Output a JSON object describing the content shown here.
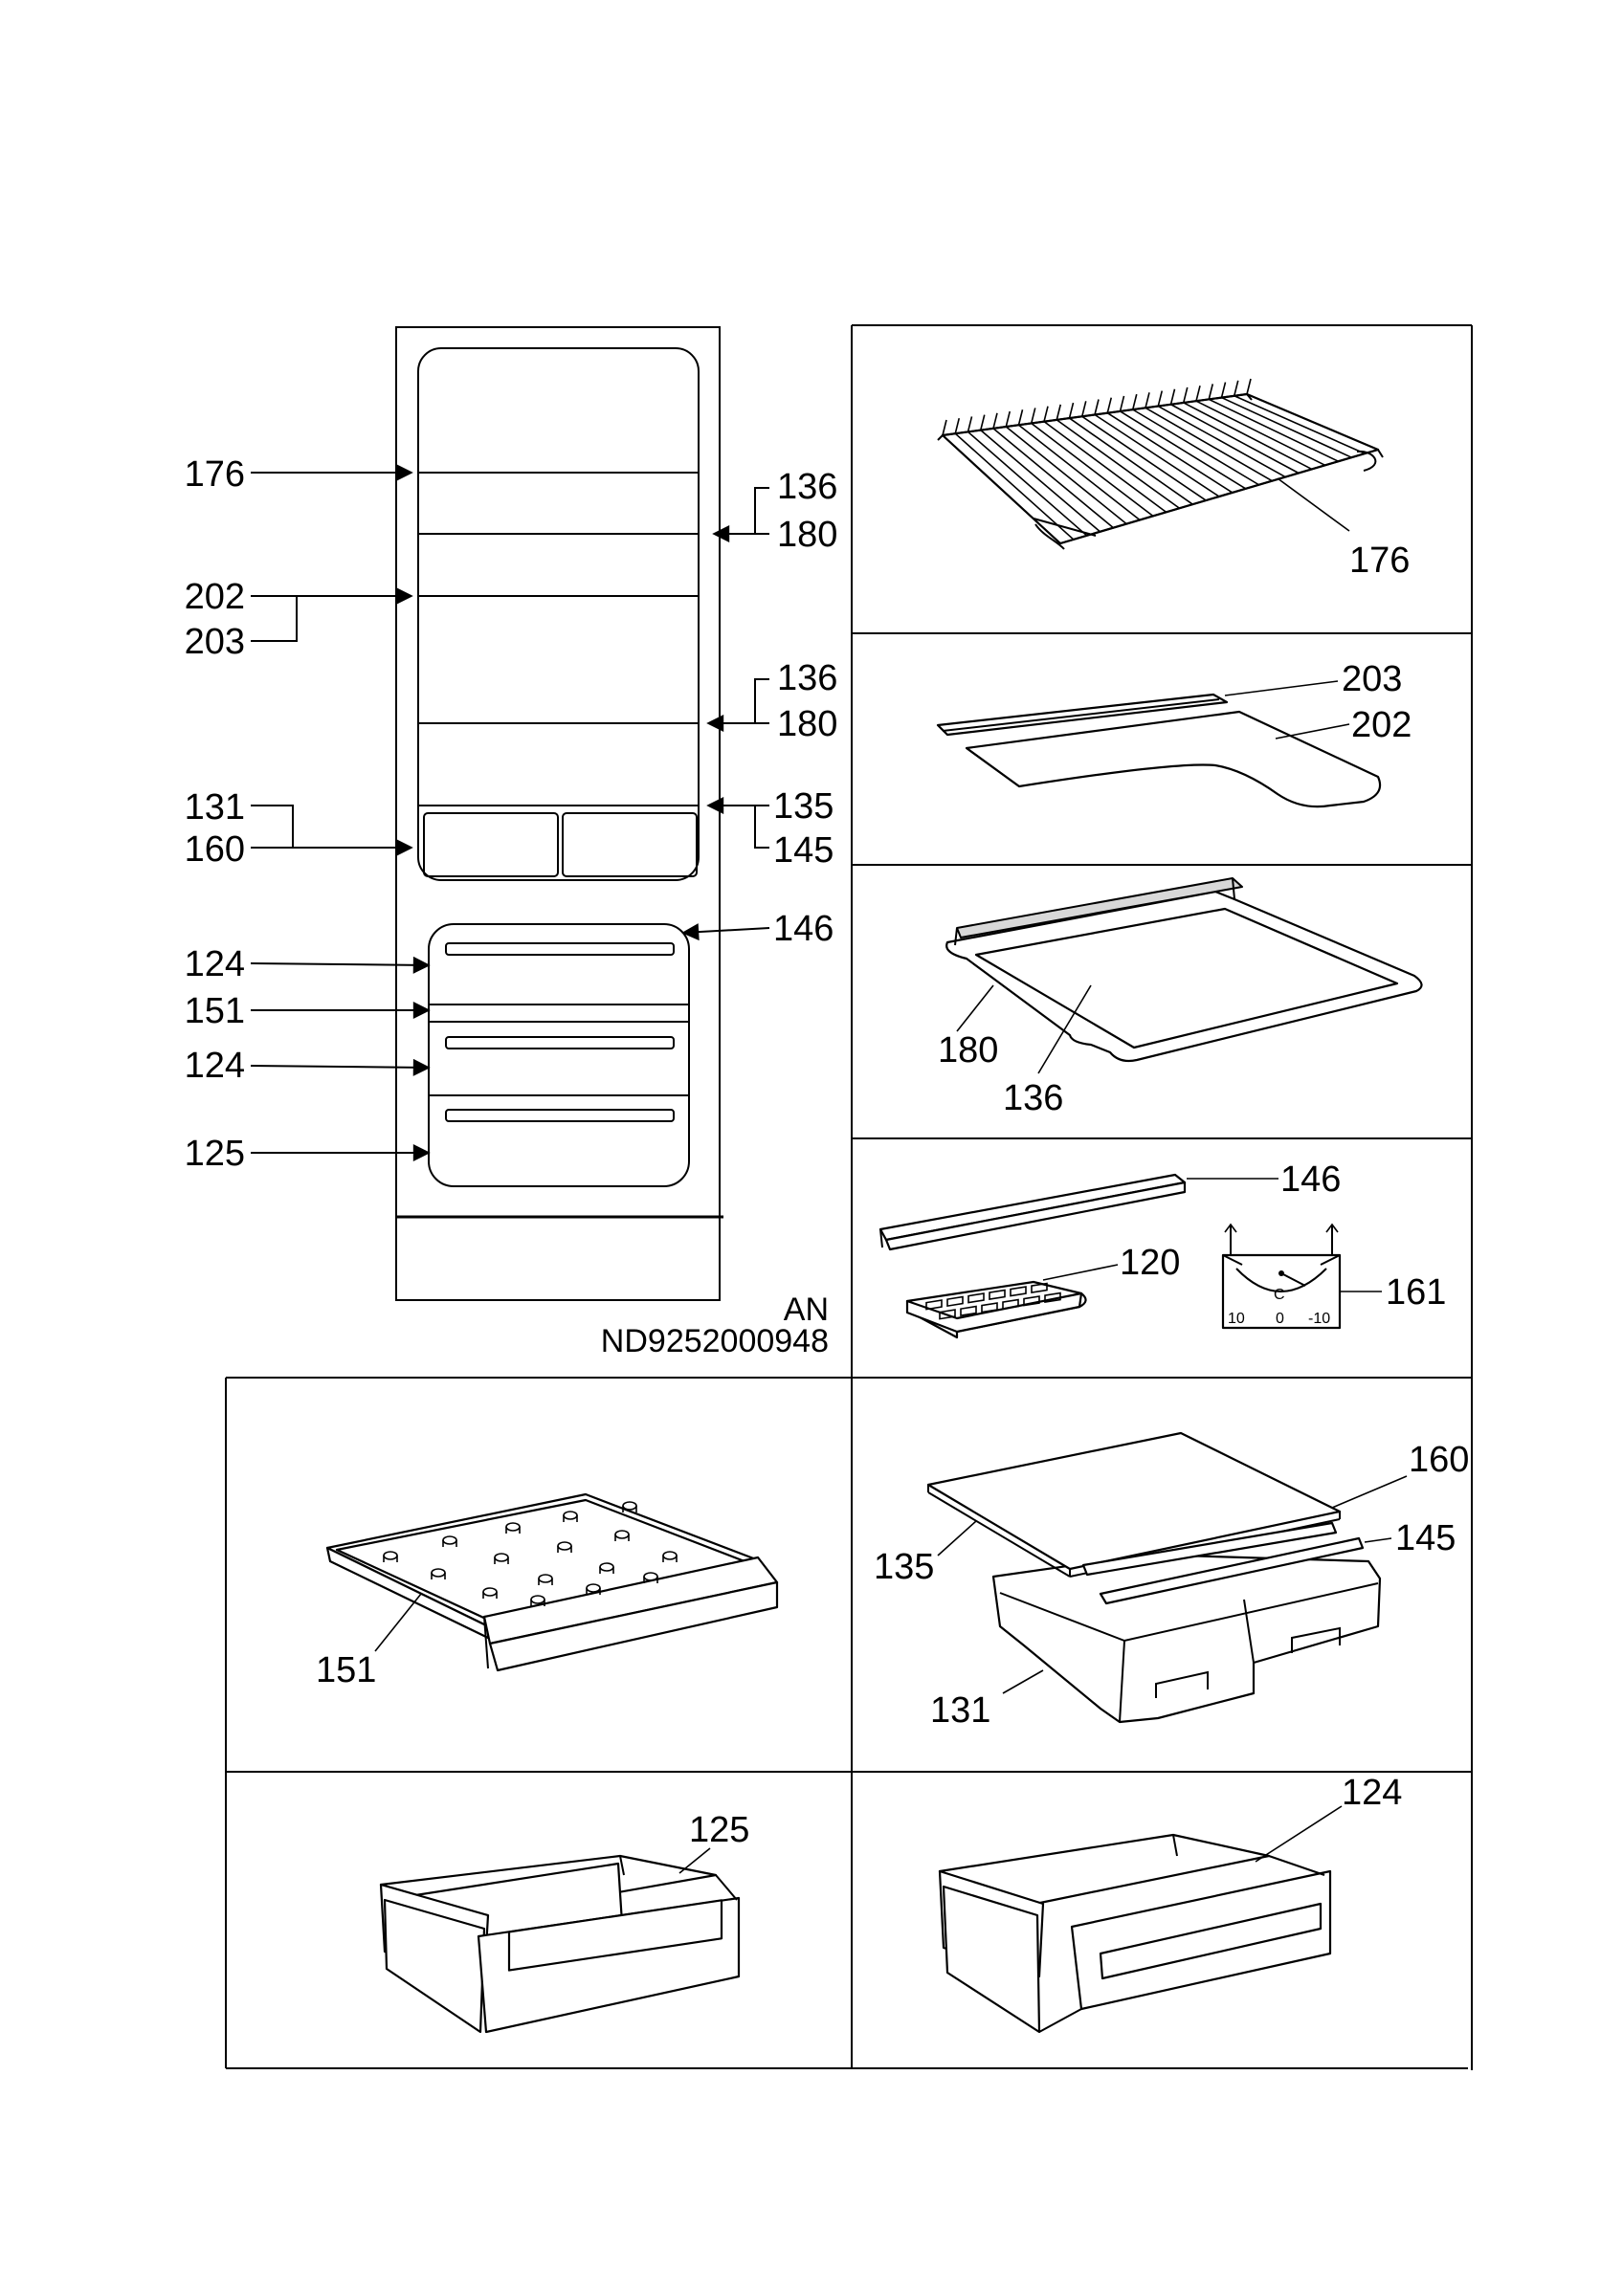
{
  "drawing": {
    "code_line1": "AN",
    "code_line2": "ND9252000948"
  },
  "overview_callouts": {
    "c176": "176",
    "c136a": "136",
    "c180a": "180",
    "c202": "202",
    "c203": "203",
    "c136b": "136",
    "c180b": "180",
    "c131": "131",
    "c160": "160",
    "c135": "135",
    "c145": "145",
    "c146": "146",
    "c124a": "124",
    "c151": "151",
    "c124b": "124",
    "c125": "125"
  },
  "panels": {
    "wire_shelf": {
      "part": "176"
    },
    "door_shelf": {
      "strip": "203",
      "plate": "202"
    },
    "glass_shelf": {
      "frame": "180",
      "glass": "136"
    },
    "accessories": {
      "strip": "146",
      "ice_tray": "120",
      "thermometer": "161",
      "dial_unit": "C",
      "dial_scale": [
        "10",
        "0",
        "-10"
      ]
    },
    "tray": {
      "part": "151"
    },
    "crisper": {
      "cover": "160",
      "strip": "145",
      "glass": "135",
      "box": "131"
    },
    "drawer_large": {
      "part": "125"
    },
    "drawer_small": {
      "part": "124"
    }
  }
}
